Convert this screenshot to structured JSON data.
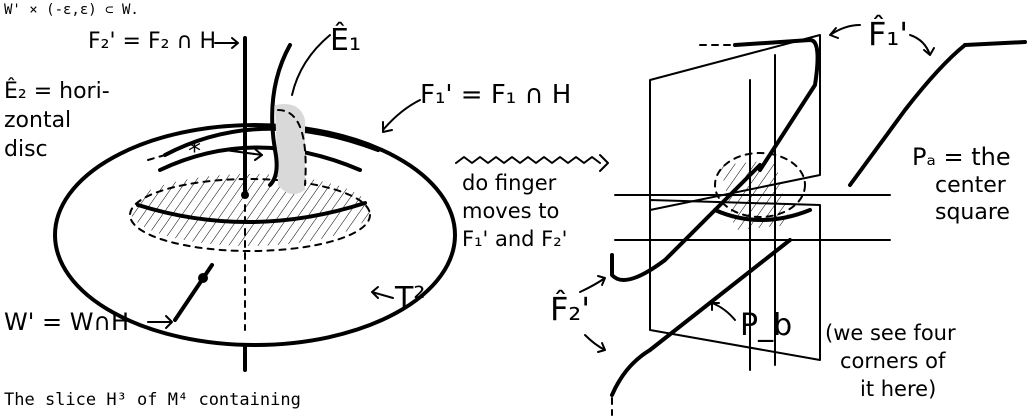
{
  "top_fragment": "W' × (-ε,ε) ⊂ W.",
  "left": {
    "f2_label": "F₂' = F₂ ∩ H",
    "e1_label": "Ê₁",
    "e2_line1": "Ê₂ = hori-",
    "e2_line2": "zontal",
    "e2_line3": "disc",
    "f1_label": "F₁' = F₁ ∩ H",
    "star": "*",
    "w_label": "W' = W∩H",
    "t2_label": "T²"
  },
  "middle": {
    "line1": "do finger",
    "line2": "moves  to",
    "line3": "F₁'  and  F₂'"
  },
  "right": {
    "f1_hat_label": "F̂₁'",
    "pa_line1": "Pₐ = the",
    "pa_line2": "center",
    "pa_line3": "square",
    "f2_hat_label": "F̂₂'",
    "pb_label": "P_b",
    "paren_line1": "(we see four",
    "paren_line2": "corners of",
    "paren_line3": "it here)"
  },
  "caption": "The slice  H³  of  M⁴  containing"
}
